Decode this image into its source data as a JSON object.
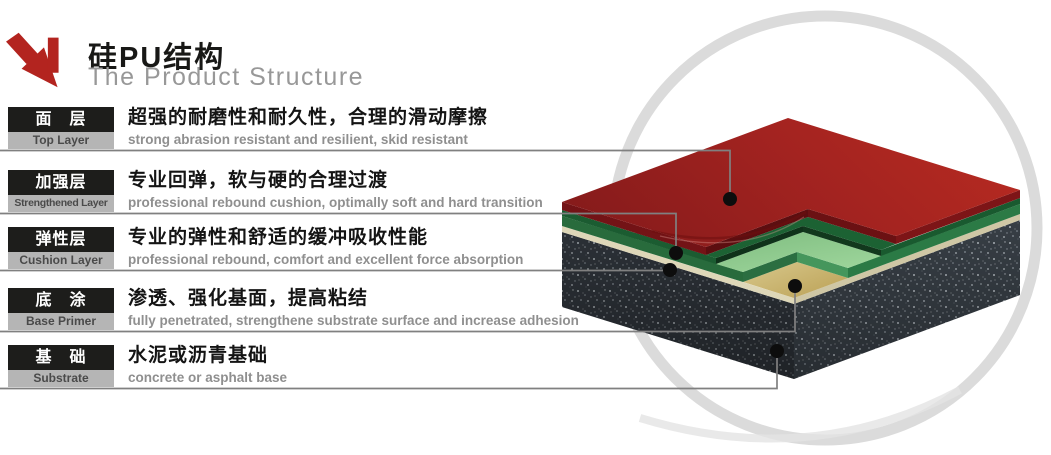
{
  "header": {
    "title_zh": "硅PU结构",
    "title_en": "The Product Structure"
  },
  "layers": [
    {
      "name_zh": "面　层",
      "name_en": "Top Layer",
      "desc_zh": "超强的耐磨性和耐久性，合理的滑动摩擦",
      "desc_en": "strong abrasion resistant and resilient, skid resistant"
    },
    {
      "name_zh": "加强层",
      "name_en": "Strengthened Layer",
      "desc_zh": "专业回弹，软与硬的合理过渡",
      "desc_en": "professional rebound cushion, optimally soft and hard transition"
    },
    {
      "name_zh": "弹性层",
      "name_en": "Cushion Layer",
      "desc_zh": "专业的弹性和舒适的缓冲吸收性能",
      "desc_en": "professional rebound, comfort and excellent force absorption"
    },
    {
      "name_zh": "底　涂",
      "name_en": "Base Primer",
      "desc_zh": "渗透、强化基面，提高粘结",
      "desc_en": "fully penetrated, strengthene substrate surface and increase adhesion"
    },
    {
      "name_zh": "基　础",
      "name_en": "Substrate",
      "desc_zh": "水泥或沥青基础",
      "desc_en": "concrete or asphalt base"
    }
  ],
  "illustration": {
    "watermark": "硅PU",
    "colors": {
      "accent": "#b3241f",
      "red_dark": "#871b1b",
      "red_bright": "#b62a21",
      "strengthened": "#1c6233",
      "cushion": "#8fc78e",
      "primer_light": "#d8c88c",
      "primer_dark": "#bca257",
      "cream": "#ded7b8",
      "substrate": "#343a41",
      "ring": "#dbdbdb",
      "leader_line": "#808080",
      "dot": "#0d0d0d"
    }
  }
}
